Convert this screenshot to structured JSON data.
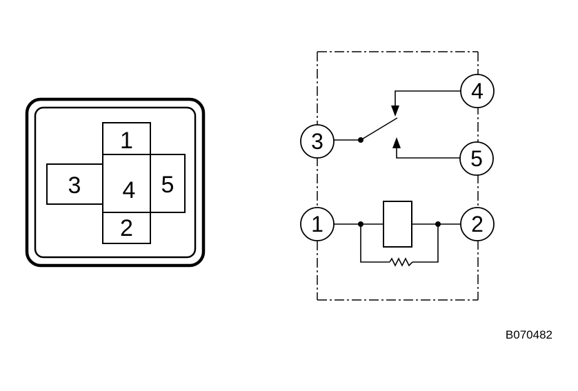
{
  "connector": {
    "pins": {
      "p1": "1",
      "p2": "2",
      "p3": "3",
      "p4": "4",
      "p5": "5"
    }
  },
  "schematic": {
    "terminals": {
      "t1": "1",
      "t2": "2",
      "t3": "3",
      "t4": "4",
      "t5": "5"
    }
  },
  "figure_code": "B070482",
  "colors": {
    "ink": "#000000",
    "background": "#ffffff"
  }
}
